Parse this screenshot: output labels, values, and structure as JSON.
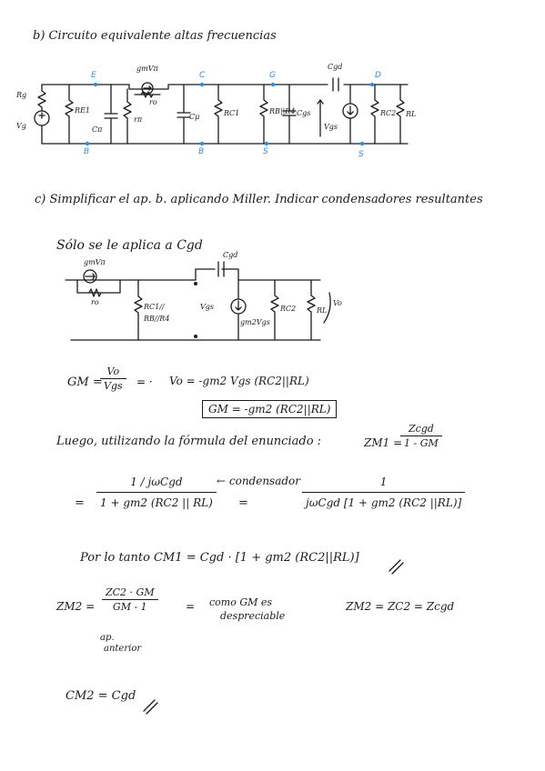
{
  "section_b": {
    "title": "b) Circuito equivalente altas frecuencias",
    "nodes": {
      "E": "E",
      "C": "C",
      "G": "G",
      "D": "D",
      "B1": "B",
      "B2": "B",
      "S1": "S",
      "S2": "S"
    },
    "labels": {
      "rg": "Rg",
      "vg": "Vg",
      "re1": "RE1",
      "cpi": "Cπ",
      "rpi": "rπ",
      "gmvpi": "gmVπ",
      "ro": "ro",
      "cu": "Cμ",
      "rc1": "RC1",
      "rb": "RB||R4",
      "cgs": "Cgs",
      "vgs": "Vgs",
      "cgd": "Cgd",
      "rc2": "RC2",
      "rl": "RL"
    }
  },
  "section_c": {
    "title": "c) Simplificar el ap. b. aplicando Miller. Indicar condensadores resultantes",
    "intro": "Sólo se le aplica a Cgd",
    "labels": {
      "gmvpi": "gmVπ",
      "ro": "ro",
      "rc1": "RC1//",
      "rb": "RB//R4",
      "cgd": "Cgd",
      "vgs": "Vgs",
      "gm2vgs": "gm2Vgs",
      "rc2": "RC2",
      "rl": "RL",
      "vo": "Vo"
    }
  },
  "equations": {
    "gm_lhs": "GM =",
    "gm_num": "Vo",
    "gm_den": "Vgs",
    "gm_arrow": "= ·",
    "vo_expr": "Vo = -gm2 Vgs (RC2||RL)",
    "gm_boxed": "GM = -gm2 (RC2||RL)",
    "luego": "Luego, utilizando la fórmula del enunciado :",
    "zm1_lhs": "ZM1 =",
    "zm1_num": "Zcgd",
    "zm1_den": "1 - GM",
    "eq_sign": "=",
    "frac2_num": "1 / jωCgd",
    "frac2_den": "1 + gm2 (RC2 || RL)",
    "condensador_note": "← condensador",
    "eq_sign2": "=",
    "frac3_num": "1",
    "frac3_den": "jωCgd [1 + gm2 (RC2 ||RL)]",
    "por_lo_tanto": "Por lo tanto  CM1 = Cgd · [1 + gm2 (RC2||RL)]",
    "zm2_lhs": "ZM2 =",
    "zm2_num": "ZC2 · GM",
    "zm2_den": "GM - 1",
    "zm2_eq": "=",
    "como_gm": "como GM es",
    "despreciable": "despreciable",
    "ap_anterior1": "ap.",
    "ap_anterior2": "anterior",
    "zm2_result": "ZM2 = ZC2 = Zcgd",
    "cm2_result": "CM2 = Cgd"
  }
}
